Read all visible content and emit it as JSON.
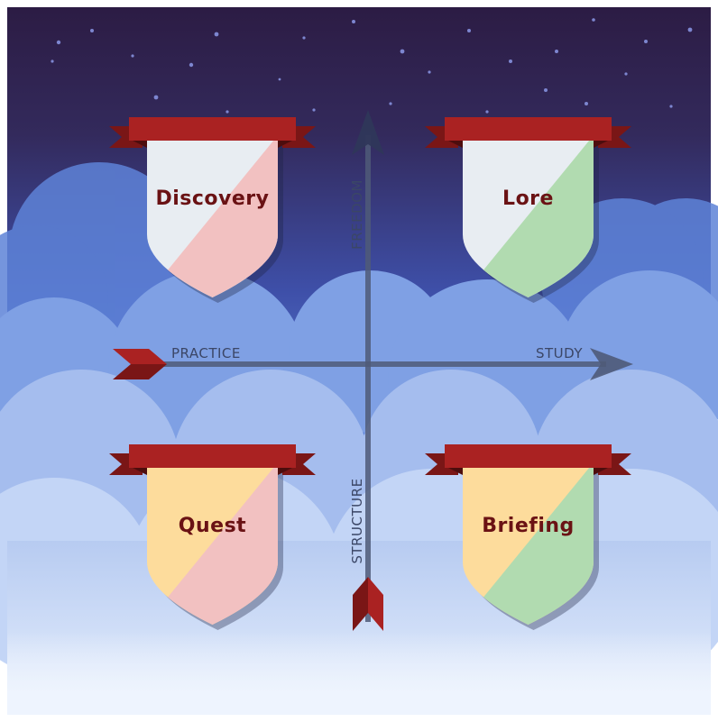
{
  "axes": {
    "top": "FREEDOM",
    "bottom": "STRUCTURE",
    "left": "PRACTICE",
    "right": "STUDY"
  },
  "quadrants": [
    {
      "id": "discovery",
      "title": "Discovery",
      "colors": [
        "#e8edf2",
        "#f2c1c1"
      ]
    },
    {
      "id": "lore",
      "title": "Lore",
      "colors": [
        "#e8edf2",
        "#b1dbb0"
      ]
    },
    {
      "id": "quest",
      "title": "Quest",
      "colors": [
        "#fddc9c",
        "#f2c1c1"
      ]
    },
    {
      "id": "briefing",
      "title": "Briefing",
      "colors": [
        "#fddc9c",
        "#b1dbb0"
      ]
    }
  ],
  "colors": {
    "sky_top": "#2c1c44",
    "sky_mid": "#3e4fa8",
    "cloud_light": "#dfe9fb",
    "ribbon": "#aa2222",
    "ribbon_dark": "#7a1616",
    "axis": "#4f5a78",
    "title_text": "#6a1214"
  }
}
